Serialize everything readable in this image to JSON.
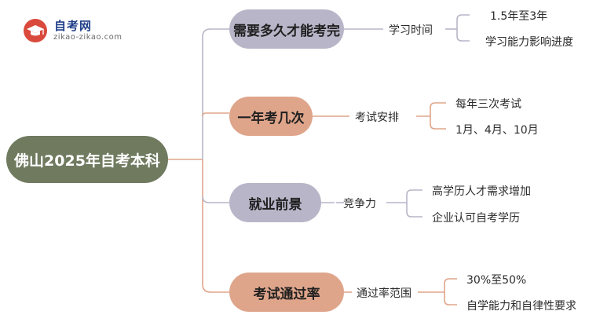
{
  "logo": {
    "title": "自考网",
    "subtitle": "zikao-zikao.com",
    "icon": "graduation-cap-icon",
    "color": "#d94a3d"
  },
  "mindmap": {
    "root": "佛山2025年自考本科",
    "branches": [
      {
        "title": "需要多久才能考完",
        "sub": "学习时间",
        "leaves": [
          "1.5年至3年",
          "学习能力影响进度"
        ],
        "color": "#b9b5c8"
      },
      {
        "title": "一年考几次",
        "sub": "考试安排",
        "leaves": [
          "每年三次考试",
          "1月、4月、10月"
        ],
        "color": "#dfa58b"
      },
      {
        "title": "就业前景",
        "sub": "竞争力",
        "leaves": [
          "高学历人才需求增加",
          "企业认可自考学历"
        ],
        "color": "#b9b5c8"
      },
      {
        "title": "考试通过率",
        "sub": "通过率范围",
        "leaves": [
          "30%至50%",
          "自学能力和自律性要求"
        ],
        "color": "#dfa58b"
      }
    ]
  }
}
